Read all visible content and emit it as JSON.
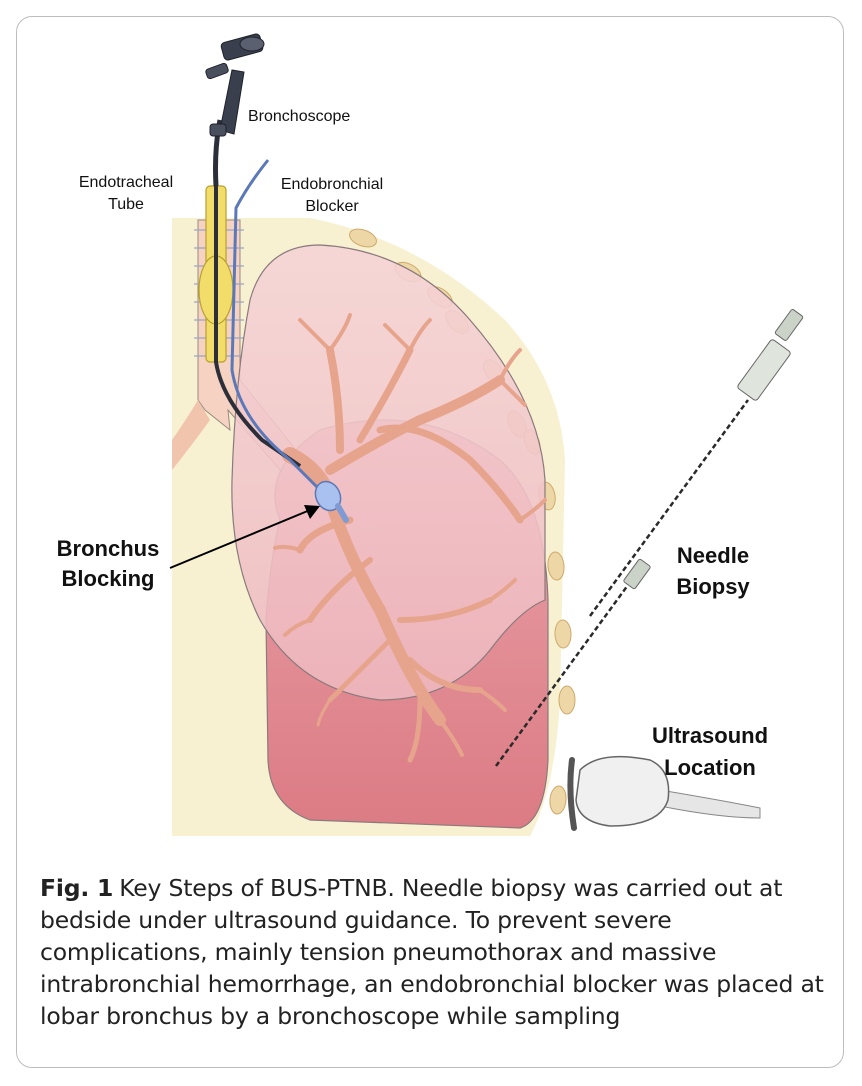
{
  "figure": {
    "labels": {
      "bronchoscope": "Bronchoscope",
      "endotracheal_line1": "Endotracheal",
      "endotracheal_line2": "Tube",
      "blocker_line1": "Endobronchial",
      "blocker_line2": "Blocker",
      "bronchus_line1": "Bronchus",
      "bronchus_line2": "Blocking",
      "needle_line1": "Needle",
      "needle_line2": "Biopsy",
      "ultrasound_line1": "Ultrasound",
      "ultrasound_line2": "Location"
    },
    "colors": {
      "chest_background": "#f7f1d2",
      "lung_upper": "#f2c7cc",
      "lung_lower": "#e0848c",
      "bronchi": "#f1b8a4",
      "tube": "#f2dc6a",
      "blocker_balloon": "#a9c1ee",
      "rib": "#eed7a6"
    }
  },
  "caption": {
    "fig_label": "Fig. 1",
    "text": "Key Steps of BUS-PTNB. Needle biopsy was carried out at bedside under ultrasound guidance. To prevent severe complications, mainly tension pneumothorax and massive intrabronchial hemorrhage, an endobronchial blocker was placed at lobar bronchus by a bronchoscope while sampling"
  }
}
